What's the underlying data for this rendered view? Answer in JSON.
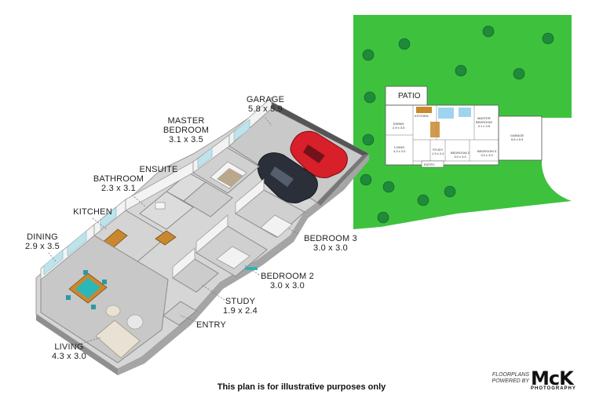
{
  "labels": {
    "garage": {
      "name": "GARAGE",
      "size": "5.8 x 5.9"
    },
    "master": {
      "name1": "MASTER",
      "name2": "BEDROOM",
      "size": "3.1 x 3.5"
    },
    "ensuite": {
      "name": "ENSUITE"
    },
    "bathroom": {
      "name": "BATHROOM",
      "size": "2.3 x 3.1"
    },
    "kitchen": {
      "name": "KITCHEN"
    },
    "dining": {
      "name": "DINING",
      "size": "2.9 x 3.5"
    },
    "bedroom3": {
      "name": "BEDROOM 3",
      "size": "3.0 x 3.0"
    },
    "bedroom2": {
      "name": "BEDROOM 2",
      "size": "3.0 x 3.0"
    },
    "study": {
      "name": "STUDY",
      "size": "1.9 x 2.4"
    },
    "entry": {
      "name": "ENTRY"
    },
    "living": {
      "name": "LIVING",
      "size": "4.3 x 3.0"
    }
  },
  "site_plan": {
    "patio": "PATIO",
    "kitchen": "KITCHEN",
    "dining": "DINING",
    "dining_size": "2.9 x 3.5",
    "living": "LIVING",
    "living_size": "4.3 x 3.0",
    "master1": "MASTER",
    "master2": "BEDROOM",
    "master_size": "3.1 x 3.5",
    "garage": "GARAGE",
    "garage_size": "5.8 x 5.9",
    "study": "STUDY",
    "study_size": "1.9 x 2.4",
    "bed2": "BEDROOM 2",
    "bed2_size": "3.0 x 3.0",
    "bed3": "BEDROOM 3",
    "bed3_size": "3.0 x 3.0",
    "entry": "ENTRY"
  },
  "disclaimer": "This plan is for illustrative purposes only",
  "brand": {
    "powered1": "FLOORPLANS",
    "powered2": "POWERED BY",
    "logo": "McK",
    "sub": "PHOTOGRAPHY"
  },
  "colors": {
    "lawn": "#3ec23e",
    "tree": "#1e8a3a",
    "floor": "#d8d8d8",
    "wall": "#e9e9e9",
    "car_red": "#d8202a",
    "car_dark": "#2a2f3a"
  }
}
